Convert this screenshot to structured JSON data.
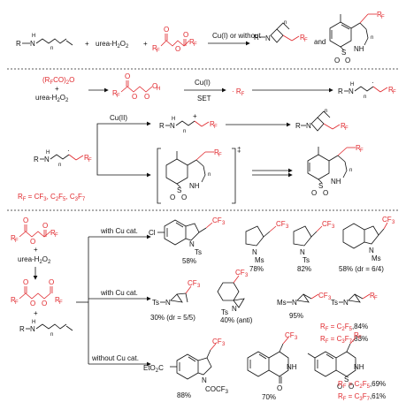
{
  "top": {
    "plus1": "+",
    "urea": "urea-H",
    "urea_sub": "2",
    "urea_o": "O",
    "urea_o_sub": "2",
    "plus2": "+",
    "condition": "Cu(I) or without",
    "and": "and",
    "n": "n",
    "h": "H",
    "r_atom": "R",
    "n_atom": "N",
    "rf": "R",
    "rf_sub": "F",
    "o": "O",
    "s": "S",
    "nh": "NH"
  },
  "mech": {
    "anhydride_label": "(R",
    "anhydride_label_sub": "F",
    "anhydride_label_tail": "CO)",
    "anhydride_label_sub2": "2",
    "anhydride_label_o": "O",
    "plus": "+",
    "urea": "urea-H",
    "urea_sub": "2",
    "urea_o": "O",
    "urea_o_sub": "2",
    "cu1": "Cu(I)",
    "set": "SET",
    "radical": "· R",
    "radical_sub": "F",
    "cu2": "Cu(II)",
    "plus_sign": "+",
    "dagger": "‡",
    "rf_def": "R",
    "rf_def_sub": "F",
    "rf_def_tail": " = CF",
    "rf_list": "CF3, C2F5, C3F7"
  },
  "bottom": {
    "with_cu_1": "with Cu cat.",
    "with_cu_2": "with Cu cat.",
    "without_cu": "without Cu cat.",
    "plus": "+",
    "urea": "urea-H",
    "urea_sub": "2",
    "urea_o": "O",
    "urea_o_sub": "2",
    "cl": "Cl",
    "ts": "Ts",
    "ms": "Ms",
    "cf3": "CF",
    "cf3_sub": "3",
    "y1": "58%",
    "y2": "78%",
    "y3": "82%",
    "y4": "58% (dr = 6/4)",
    "y5": "30% (dr = 5/5)",
    "y6": "40% (anti)",
    "y7": "95%",
    "rf_c2f5": "R",
    "rf_c2f5_tail": " = C",
    "c2f5_yield": ",84%",
    "c3f7_yield": ",83%",
    "y8": "88%",
    "y9": "70%",
    "c2f5_yield2": ",69%",
    "c3f7_yield2": ",61%",
    "eto2c": "EtO",
    "eto2c_tail": "C",
    "cocf3": "COCF",
    "nh": "NH",
    "n": "N",
    "o": "O",
    "s": "S"
  }
}
